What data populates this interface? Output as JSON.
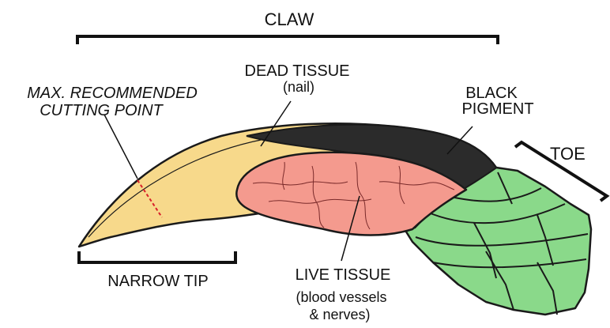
{
  "labels": {
    "claw": "CLAW",
    "dead_tissue": "DEAD TISSUE",
    "dead_tissue_note": "(nail)",
    "max_cut_line1": "MAX. RECOMMENDED",
    "max_cut_line2": "CUTTING POINT",
    "black_pigment_line1": "BLACK",
    "black_pigment_line2": "PIGMENT",
    "toe": "TOE",
    "narrow_tip": "NARROW TIP",
    "live_tissue": "LIVE TISSUE",
    "live_tissue_note1": "(blood vessels",
    "live_tissue_note2": "& nerves)"
  },
  "colors": {
    "nail": "#f7d98b",
    "pigment": "#2b2b2b",
    "live_tissue": "#f49a8e",
    "toe": "#8ad98a",
    "cut_line": "#d8202a",
    "outline": "#1a1a1a"
  }
}
